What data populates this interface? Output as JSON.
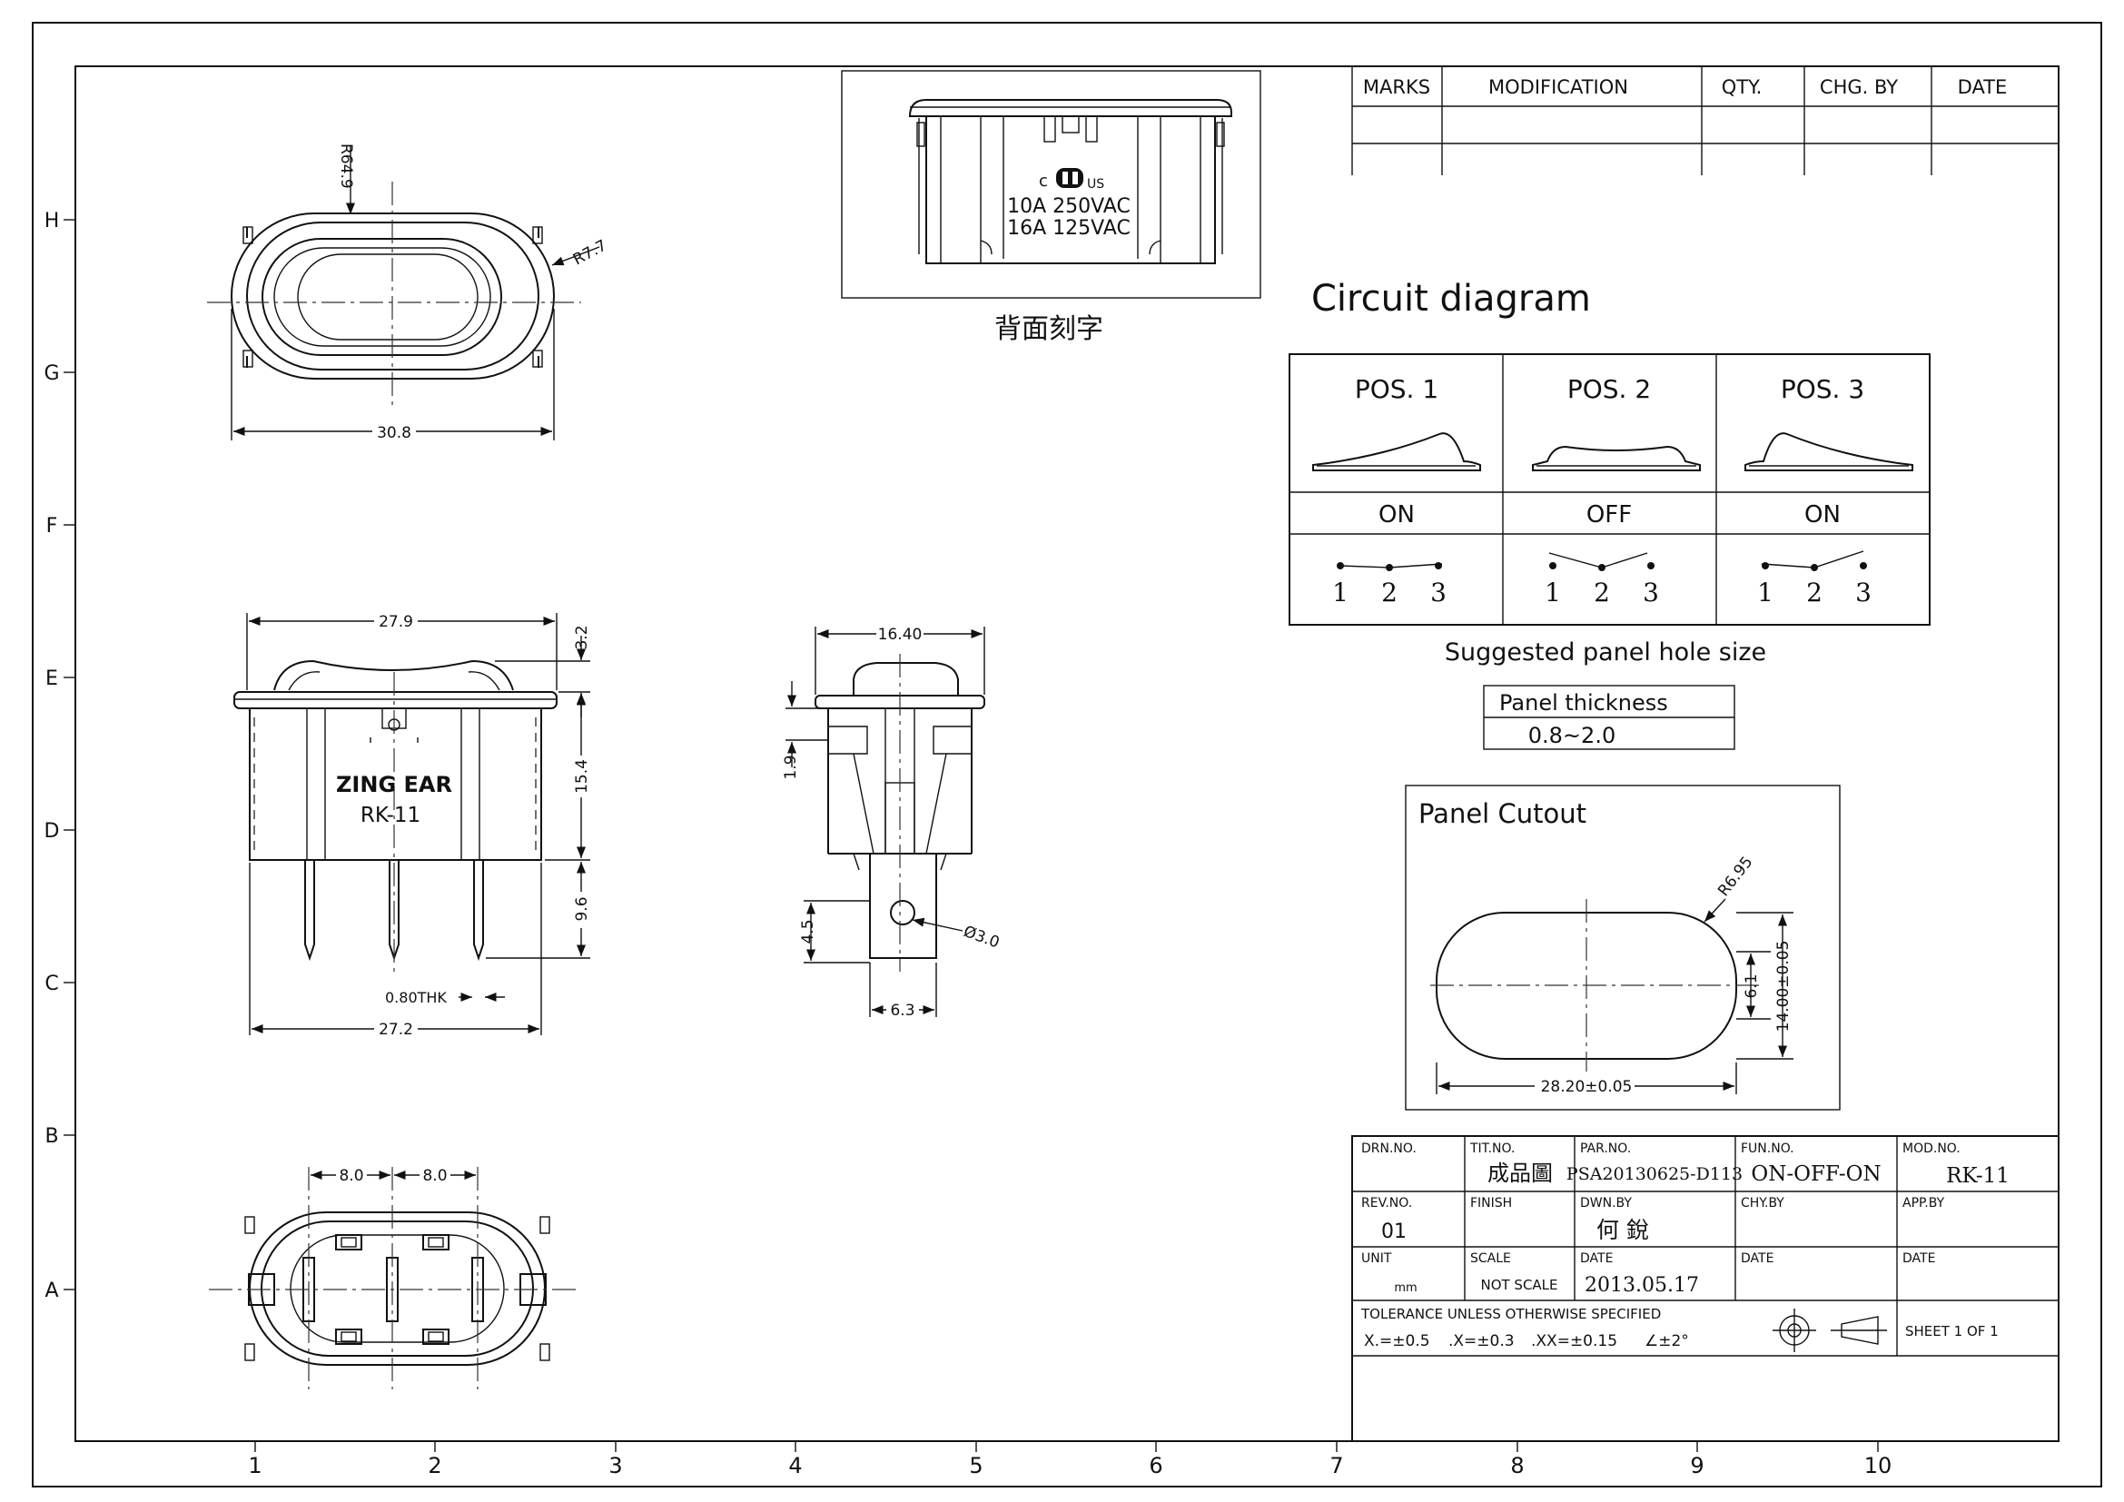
{
  "grid": {
    "columns": [
      "1",
      "2",
      "3",
      "4",
      "5",
      "6",
      "7",
      "8",
      "9",
      "10"
    ],
    "rows": [
      "H",
      "G",
      "F",
      "E",
      "D",
      "C",
      "B",
      "A"
    ]
  },
  "top_view": {
    "r_outer": "R64.9",
    "r_corner": "R7.7",
    "width": "30.8"
  },
  "front_view": {
    "width_top": "27.9",
    "dim_top": "3.2",
    "dim_body": "15.4",
    "dim_pin": "9.6",
    "pin_thk": "0.80THK",
    "width_bottom": "27.2",
    "brand": "ZING EAR",
    "model": "RK-11"
  },
  "side_view": {
    "width": "16.40",
    "dim_step": "1.9",
    "dim_hole": "4.5",
    "hole_dia": "Ø3.0",
    "tab_width": "6.3"
  },
  "bottom_view": {
    "pitch_left": "8.0",
    "pitch_right": "8.0"
  },
  "back_marking": {
    "cert_c": "c",
    "cert_us": "US",
    "line1": "10A 250VAC",
    "line2": "16A 125VAC",
    "caption": "背面刻字"
  },
  "revision_table": {
    "headers": [
      "MARKS",
      "MODIFICATION",
      "QTY.",
      "CHG. BY",
      "DATE"
    ]
  },
  "circuit": {
    "title": "Circuit  diagram",
    "positions": [
      {
        "name": "POS. 1",
        "state": "ON",
        "terminals": [
          "1",
          "2",
          "3"
        ]
      },
      {
        "name": "POS. 2",
        "state": "OFF",
        "terminals": [
          "1",
          "2",
          "3"
        ]
      },
      {
        "name": "POS. 3",
        "state": "ON",
        "terminals": [
          "1",
          "2",
          "3"
        ]
      }
    ]
  },
  "panel_hole": {
    "title": "Suggested  panel  hole  size",
    "thickness_label": "Panel  thickness",
    "thickness_value": "0.8~2.0"
  },
  "cutout": {
    "title": "Panel   Cutout",
    "radius": "R6.95",
    "height": "14.00±0.05",
    "inner": "6.1",
    "width": "28.20±0.05"
  },
  "title_block": {
    "drn_no_label": "DRN.NO.",
    "tit_no_label": "TIT.NO.",
    "tit_no": "成品圖",
    "par_no_label": "PAR.NO.",
    "par_no": "PSA20130625-D113",
    "fun_no_label": "FUN.NO.",
    "fun_no": "ON-OFF-ON",
    "mod_no_label": "MOD.NO.",
    "mod_no": "RK-11",
    "rev_no_label": "REV.NO.",
    "rev_no": "01",
    "finish_label": "FINISH",
    "dwn_by_label": "DWN.BY",
    "dwn_by": "何 銳",
    "chy_by_label": "CHY.BY",
    "app_by_label": "APP.BY",
    "unit_label": "UNIT",
    "unit": "mm",
    "scale_label": "SCALE",
    "scale": "NOT  SCALE",
    "date_label": "DATE",
    "date": "2013.05.17",
    "date2_label": "DATE",
    "date3_label": "DATE",
    "tolerance_title": "TOLERANCE  UNLESS  OTHERWISE  SPECIFIED",
    "tol_0": "X.=±0.5",
    "tol_1": ".X=±0.3",
    "tol_2": ".XX=±0.15",
    "tol_ang": "∠±2°",
    "sheet": "SHEET  1  OF  1"
  }
}
